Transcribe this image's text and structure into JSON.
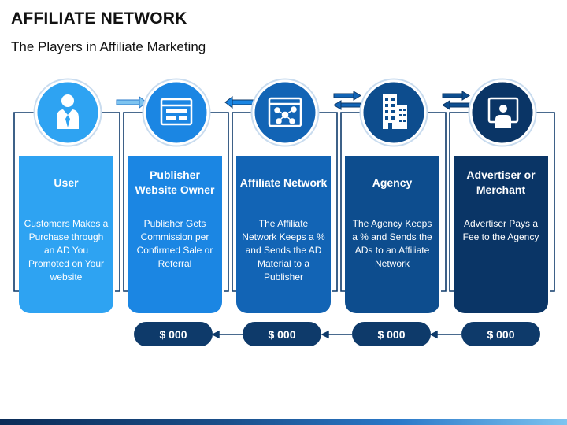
{
  "title": "AFFILIATE NETWORK",
  "subtitle": "The Players in Affiliate Marketing",
  "players": [
    {
      "title": "User",
      "description": "Customers Makes a Purchase through an AD You Promoted on Your website",
      "icon": "user-icon",
      "color": "#2ea3f2"
    },
    {
      "title": "Publisher Website Owner",
      "description": "Publisher Gets Commission per Confirmed Sale or Referral",
      "icon": "website-icon",
      "color": "#1b86e3"
    },
    {
      "title": "Affiliate Network",
      "description": "The Affiliate Network Keeps a % and Sends the AD Material to a Publisher",
      "icon": "network-icon",
      "color": "#1264b5"
    },
    {
      "title": "Agency",
      "description": "The Agency Keeps a % and Sends the ADs to an Affiliate Network",
      "icon": "building-icon",
      "color": "#0d4d8e"
    },
    {
      "title": "Advertiser or Merchant",
      "description": "Advertiser Pays a Fee to the Agency",
      "icon": "presenter-icon",
      "color": "#0a3566"
    }
  ],
  "payments": [
    "$ 000",
    "$ 000",
    "$ 000",
    "$ 000"
  ],
  "colors": {
    "dark_navy": "#0e3a6a",
    "footer_dark": "#0b2c57",
    "footer_light": "#7ec4f0"
  }
}
